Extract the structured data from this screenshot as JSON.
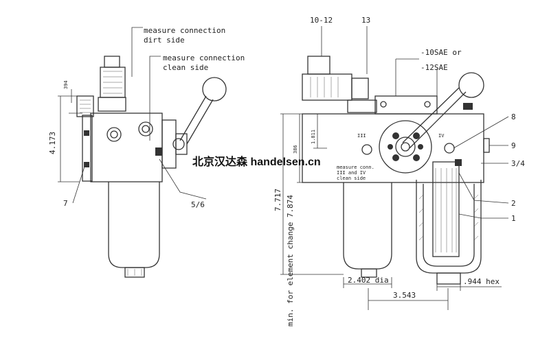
{
  "left_view": {
    "callout_dirt": "measure connection\ndirt side",
    "callout_clean": "measure connection\nclean side",
    "dim_394": "394",
    "dim_4173": "4.173",
    "label_7": "7",
    "label_56": "5/6"
  },
  "right_view": {
    "label_1012": "10-12",
    "label_13": "13",
    "sae_10": "-10SAE or",
    "sae_12": "-12SAE",
    "label_8": "8",
    "label_9": "9",
    "label_34": "3/4",
    "label_2": "2",
    "label_1": "1",
    "port_iii": "III",
    "port_iv": "IV",
    "measure_conn": "measure conn.\nIII and IV\nclean side",
    "dim_1811": "1.811",
    "dim_386": "386",
    "dim_7717": "7.717",
    "dim_7874": "7.874",
    "min_change": "min. for element change 7.874",
    "dim_2402": "2.402 dia",
    "dim_3543": "3.543",
    "dim_944": ".944 hex"
  },
  "watermark": "北京汉达森 handelsen.cn"
}
